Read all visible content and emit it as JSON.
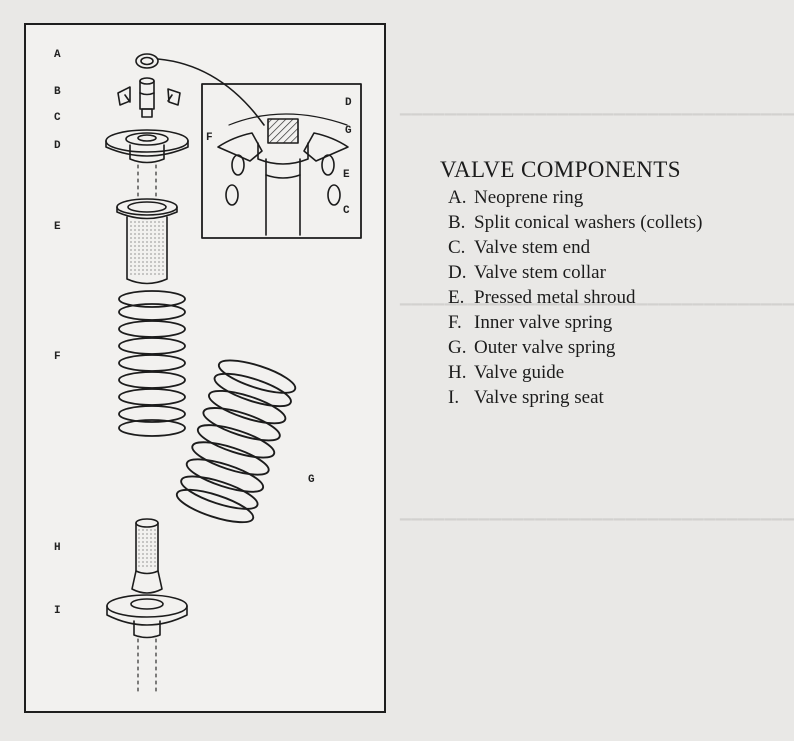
{
  "legend": {
    "title": "VALVE  COMPONENTS",
    "items": [
      {
        "key": "A.",
        "text": "Neoprene ring"
      },
      {
        "key": "B.",
        "text": "Split conical washers (collets)"
      },
      {
        "key": "C.",
        "text": "Valve stem end"
      },
      {
        "key": "D.",
        "text": "Valve stem collar"
      },
      {
        "key": "E.",
        "text": "Pressed metal shroud"
      },
      {
        "key": "F.",
        "text": "Inner valve spring"
      },
      {
        "key": "G.",
        "text": "Outer valve spring"
      },
      {
        "key": "H.",
        "text": "Valve guide"
      },
      {
        "key": "I.",
        "text": "Valve spring seat"
      }
    ]
  },
  "diagram_labels": {
    "a": "A",
    "b": "B",
    "c": "C",
    "d": "D",
    "e": "E",
    "f": "F",
    "g": "G",
    "h": "H",
    "i": "I"
  },
  "inset_labels": {
    "d": "D",
    "f": "F",
    "g": "G",
    "e": "E",
    "c": "C"
  },
  "colors": {
    "ink": "#1c1c1c",
    "paper": "#f2f1ef",
    "page": "#e9e8e6"
  }
}
